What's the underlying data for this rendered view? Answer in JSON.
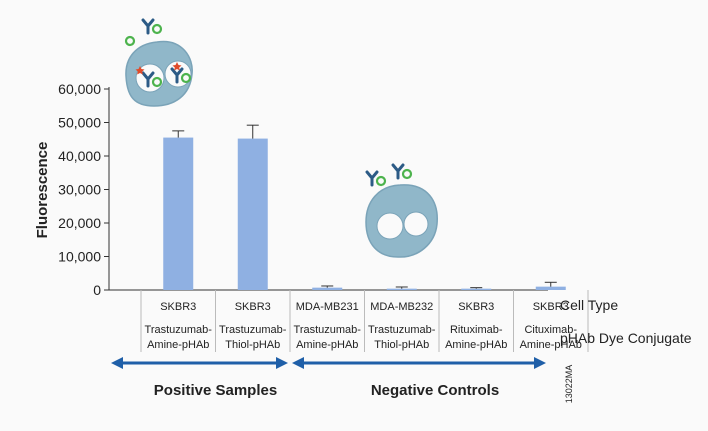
{
  "chart_data": {
    "type": "bar",
    "ylabel": "Fluorescence",
    "ylim": [
      0,
      60000
    ],
    "yticks": [
      0,
      10000,
      20000,
      30000,
      40000,
      50000,
      60000
    ],
    "ytick_labels": [
      "0",
      "10,000",
      "20,000",
      "30,000",
      "40,000",
      "50,000",
      "60,000"
    ],
    "categories": [
      {
        "cell_type": "SKBR3",
        "conjugate_line1": "Trastuzumab-",
        "conjugate_line2": "Amine-pHAb"
      },
      {
        "cell_type": "SKBR3",
        "conjugate_line1": "Trastuzumab-",
        "conjugate_line2": "Thiol-pHAb"
      },
      {
        "cell_type": "MDA-MB231",
        "conjugate_line1": "Trastuzumab-",
        "conjugate_line2": "Amine-pHAb"
      },
      {
        "cell_type": "MDA-MB232",
        "conjugate_line1": "Trastuzumab-",
        "conjugate_line2": "Thiol-pHAb"
      },
      {
        "cell_type": "SKBR3",
        "conjugate_line1": "Rituximab-",
        "conjugate_line2": "Amine-pHAb"
      },
      {
        "cell_type": "SKBR3",
        "conjugate_line1": "Cituximab-",
        "conjugate_line2": "Amine-pHAb"
      }
    ],
    "values": [
      45500,
      45200,
      700,
      400,
      400,
      1000
    ],
    "errors": [
      2000,
      4000,
      500,
      500,
      300,
      1300
    ],
    "bar_color": "#8fb0e2",
    "row_labels": {
      "cell_type": "Cell Type",
      "conjugate": "pHAb Dye Conjugate"
    },
    "groups": [
      {
        "label": "Positive Samples",
        "color": "#e8602a"
      },
      {
        "label": "Negative Controls",
        "color": "#e8602a"
      }
    ],
    "arrow_color": "#1f5fa8",
    "figure_id": "13022MA",
    "grid": false
  }
}
